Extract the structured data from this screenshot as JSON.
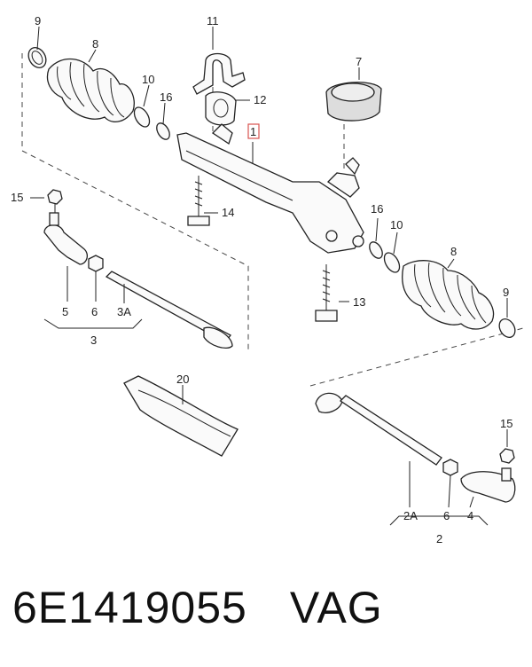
{
  "callouts": [
    "9",
    "8",
    "10",
    "16",
    "11",
    "12",
    "7",
    "1",
    "15",
    "14",
    "5",
    "6",
    "3A",
    "3",
    "20",
    "16",
    "10",
    "8",
    "9",
    "13",
    "15",
    "2A",
    "6",
    "4",
    "2"
  ],
  "caption": {
    "part_number": "6E1419055",
    "brand": "VAG"
  },
  "colors": {
    "highlight_box": "#d9534f",
    "line": "#222222"
  }
}
